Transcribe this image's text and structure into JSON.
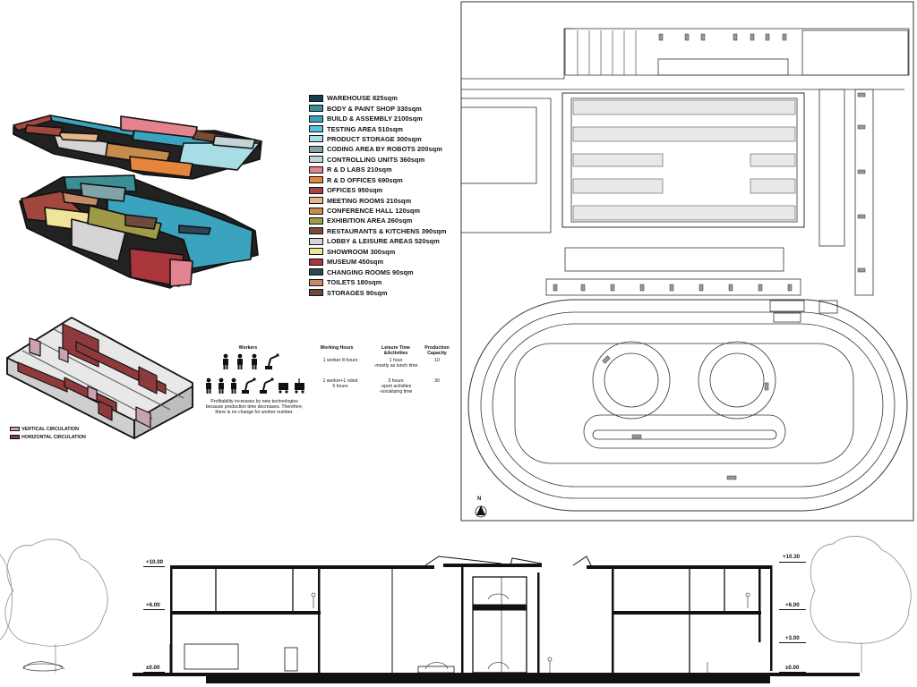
{
  "legend": {
    "items": [
      {
        "label": "WAREHOUSE 825sqm",
        "color": "#163f4a"
      },
      {
        "label": "BODY & PAINT SHOP 330sqm",
        "color": "#3c8e93"
      },
      {
        "label": "BUILD & ASSEMBLY 2100sqm",
        "color": "#3aa3bd"
      },
      {
        "label": "TESTING AREA 510sqm",
        "color": "#56c3e1"
      },
      {
        "label": "PRODUCT STORAGE 300sqm",
        "color": "#a8dde6"
      },
      {
        "label": "CODING AREA BY ROBOTS 200sqm",
        "color": "#7fa3a8"
      },
      {
        "label": "CONTROLLING UNITS 360sqm",
        "color": "#c4d4d6"
      },
      {
        "label": "R & D LABS 210sqm",
        "color": "#e2838e"
      },
      {
        "label": "R & D OFFICES 690sqm",
        "color": "#e4843d"
      },
      {
        "label": "OFFICES 950sqm",
        "color": "#a2473d"
      },
      {
        "label": "MEETING ROOMS 210sqm",
        "color": "#e7b68a"
      },
      {
        "label": "CONFERENCE HALL 120sqm",
        "color": "#c78b4b"
      },
      {
        "label": "EXHIBITION AREA 260sqm",
        "color": "#9e9a48"
      },
      {
        "label": "RESTAURANTS & KITCHENS 390sqm",
        "color": "#7a4b32"
      },
      {
        "label": "LOBBY & LEISURE AREAS 520sqm",
        "color": "#d5d5d5"
      },
      {
        "label": "SHOWROOM 300sqm",
        "color": "#f0e39a"
      },
      {
        "label": "MUSEUM 450sqm",
        "color": "#a8363a"
      },
      {
        "label": "CHANGING ROOMS 90sqm",
        "color": "#2e4656"
      },
      {
        "label": "TOILETS 180sqm",
        "color": "#c78a67"
      },
      {
        "label": "STORAGES 90sqm",
        "color": "#6e4a3c"
      }
    ]
  },
  "circulation_legend": {
    "vertical": {
      "label": "VERTICAL CIRCULATION",
      "color": "#c9a2ae"
    },
    "horizontal": {
      "label": "HORIZONTAL CIRCULATION",
      "color": "#8e3a3c"
    }
  },
  "workers_table": {
    "workers_header": "Workers",
    "hours_header": "Working Hours",
    "leisure_header_1": "Leisure Time",
    "leisure_header_2": "&Activities",
    "capacity_header_1": "Production",
    "capacity_header_2": "Capacity",
    "row1": {
      "hours": "1 worker 8 hours",
      "leisure_1": "1 hour",
      "leisure_2": "-mostly as lunch time",
      "capacity": "10"
    },
    "row2": {
      "hours_1": "1 worker+1 robot",
      "hours_2": "5 hours",
      "leisure_1": "3 hours",
      "leisure_2": "-sport activities",
      "leisure_3": "-socializing time",
      "capacity": "30"
    },
    "note_1": "Profitability increases by new technologies",
    "note_2": "because production time decreases. Therefore,",
    "note_3": "there is no change for worker number."
  },
  "site_plan": {
    "north": "N"
  },
  "section": {
    "level_left_top": "+10.00",
    "level_left_mid": "+6.00",
    "level_left_bottom": "±0.00",
    "level_right_top": "+10.30",
    "level_right_mid": "+6.00",
    "level_right_low": "+3.00",
    "level_right_bottom": "±0.00"
  }
}
